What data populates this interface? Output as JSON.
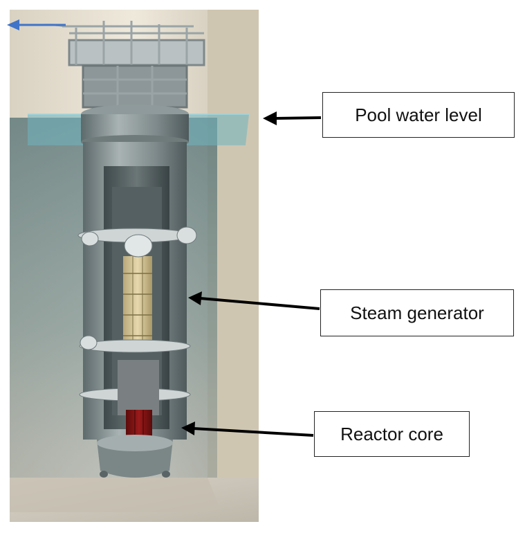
{
  "labels": {
    "pool_water_level": "Pool water level",
    "steam_generator": "Steam generator",
    "reactor_core": "Reactor core"
  },
  "colors": {
    "callout_arrow": "#000000",
    "top_arrow": "#3f74c9",
    "pool_water": "#7fbfc9",
    "vessel": "#7d8a8c",
    "core_fuel": "#8c1414",
    "pool_wall": "#e8e2d4"
  },
  "icons": {
    "callout": "arrow-left-icon",
    "top": "arrow-left-blue-icon"
  }
}
